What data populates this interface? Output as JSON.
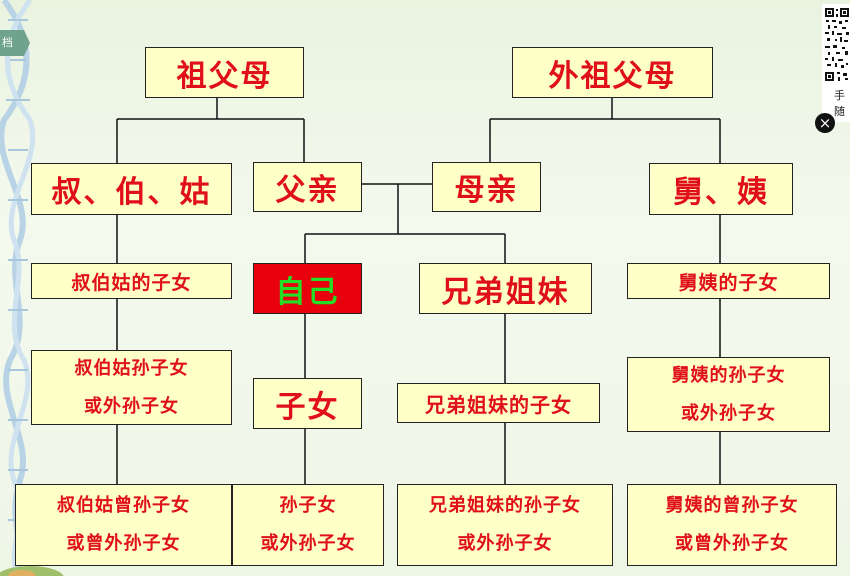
{
  "side_tab": "档",
  "close_symbol": "×",
  "qr_text": [
    "手",
    "随"
  ],
  "nodes": {
    "grandparents": "祖父母",
    "maternal_grandparents": "外祖父母",
    "uncles_aunts_paternal": "叔、伯、姑",
    "father": "父亲",
    "mother": "母亲",
    "uncles_aunts_maternal": "舅、姨",
    "paternal_cousins": "叔伯姑的子女",
    "self": "自己",
    "siblings": "兄弟姐妹",
    "maternal_cousins": "舅姨的子女",
    "paternal_cousin_grandchildren": [
      "叔伯姑孙子女",
      "或外孙子女"
    ],
    "children": "子女",
    "siblings_children": "兄弟姐妹的子女",
    "maternal_cousin_grandchildren": [
      "舅姨的孙子女",
      "或外孙子女"
    ],
    "paternal_great_grandchildren": [
      "叔伯姑曾孙子女",
      "或曾外孙子女"
    ],
    "grandchildren": [
      "孙子女",
      "或外孙子女"
    ],
    "siblings_grandchildren": [
      "兄弟姐妹的孙子女",
      "或外孙子女"
    ],
    "maternal_great_grandchildren": [
      "舅姨的曾孙子女",
      "或曾外孙子女"
    ]
  },
  "colors": {
    "box_fill": "#ffffc8",
    "text": "#e0101a",
    "self_fill": "#e8000c",
    "self_text": "#22e026"
  }
}
